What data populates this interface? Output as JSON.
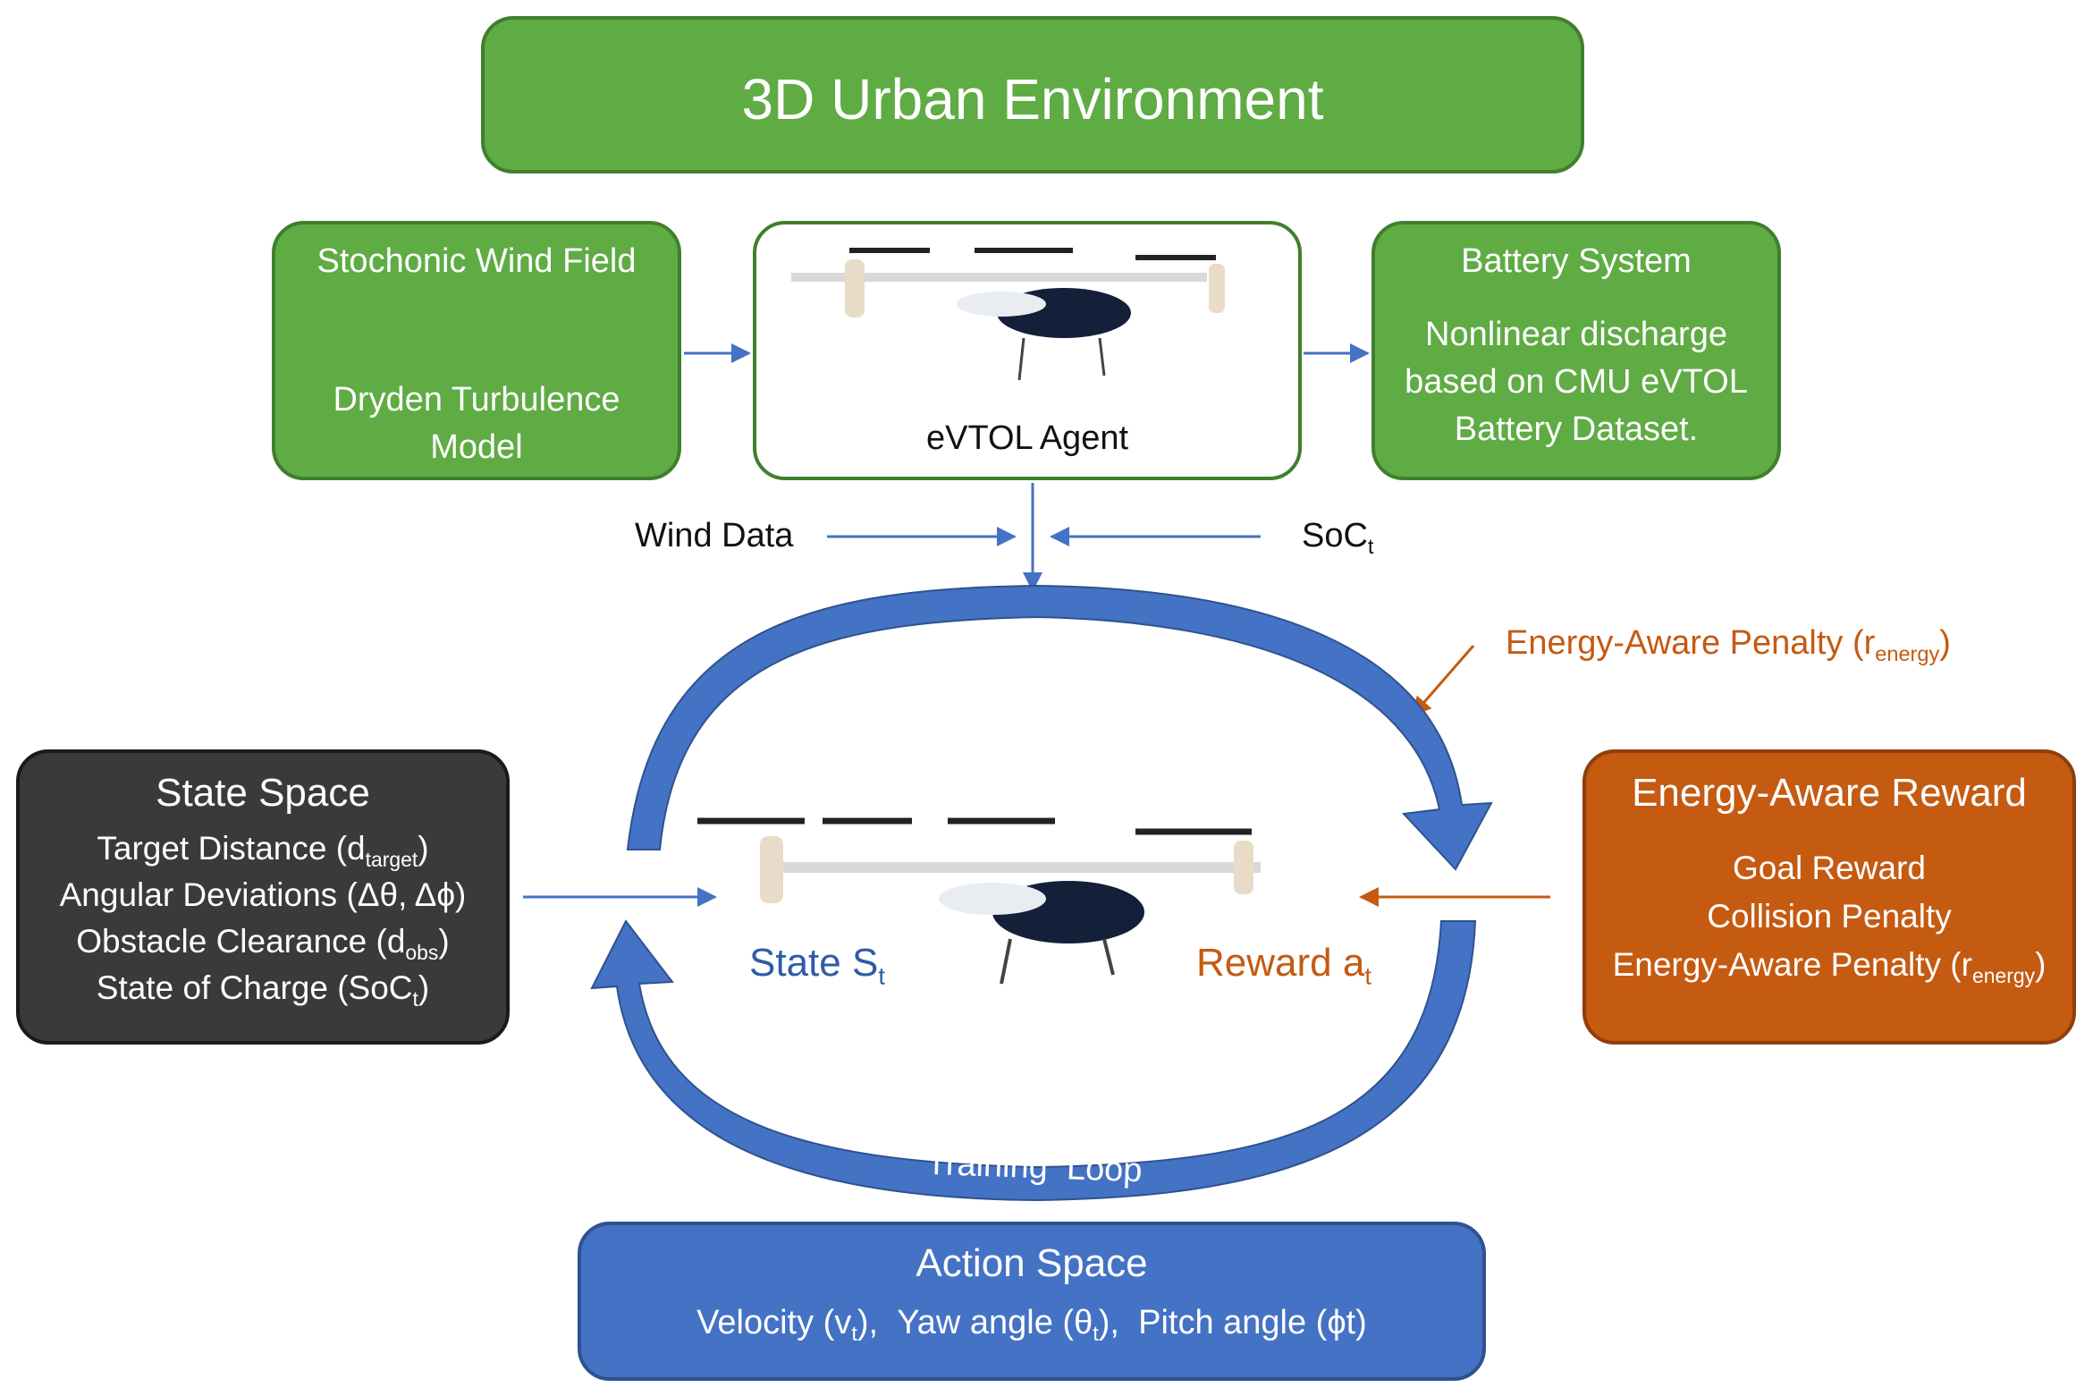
{
  "env": {
    "title": "3D Urban Environment"
  },
  "wind": {
    "title": "Stochonic Wind Field",
    "line1": "Dryden Turbulence",
    "line2": "Model"
  },
  "agent": {
    "label": "eVTOL Agent"
  },
  "battery": {
    "title": "Battery System",
    "line1": "Nonlinear discharge",
    "line2": "based on CMU eVTOL",
    "line3": "Battery Dataset."
  },
  "flow": {
    "wind_data": "Wind Data",
    "soc_main": "SoC",
    "soc_sub": "t",
    "penalty_main": "Energy-Aware Penalty (r",
    "penalty_sub": "energy",
    "penalty_close": ")"
  },
  "state_space": {
    "title": "State Space",
    "r1_main": "Target Distance (d",
    "r1_sub": "target",
    "r1_close": ")",
    "r2": "Angular Deviations (Δθ, Δϕ)",
    "r3_main": "Obstacle Clearance (d",
    "r3_sub": "obs",
    "r3_close": ")",
    "r4_main": "State of Charge (SoC",
    "r4_sub": "t",
    "r4_close": ")"
  },
  "reward_box": {
    "title": "Energy-Aware Reward",
    "r1": "Goal Reward",
    "r2": "Collision Penalty",
    "r3_main": "Energy-Aware Penalty (r",
    "r3_sub": "energy",
    "r3_close": ")"
  },
  "loop": {
    "state_main": "State S",
    "state_sub": "t",
    "reward_main": "Reward a",
    "reward_sub": "t",
    "training": "Training  Loop"
  },
  "action": {
    "title": "Action Space",
    "a1_main": "Velocity (v",
    "a1_sub": "t",
    "a1_close": "),",
    "a2_main": "Yaw angle (θ",
    "a2_sub": "t",
    "a2_close": "),",
    "a3": "Pitch angle (ϕt)"
  },
  "colors": {
    "green": "#5fab44",
    "dark": "#3a3a3a",
    "orange": "#c55a11",
    "blue": "#4472c4",
    "arrow_blue": "#4472c4",
    "arrow_orange": "#c55a11"
  }
}
